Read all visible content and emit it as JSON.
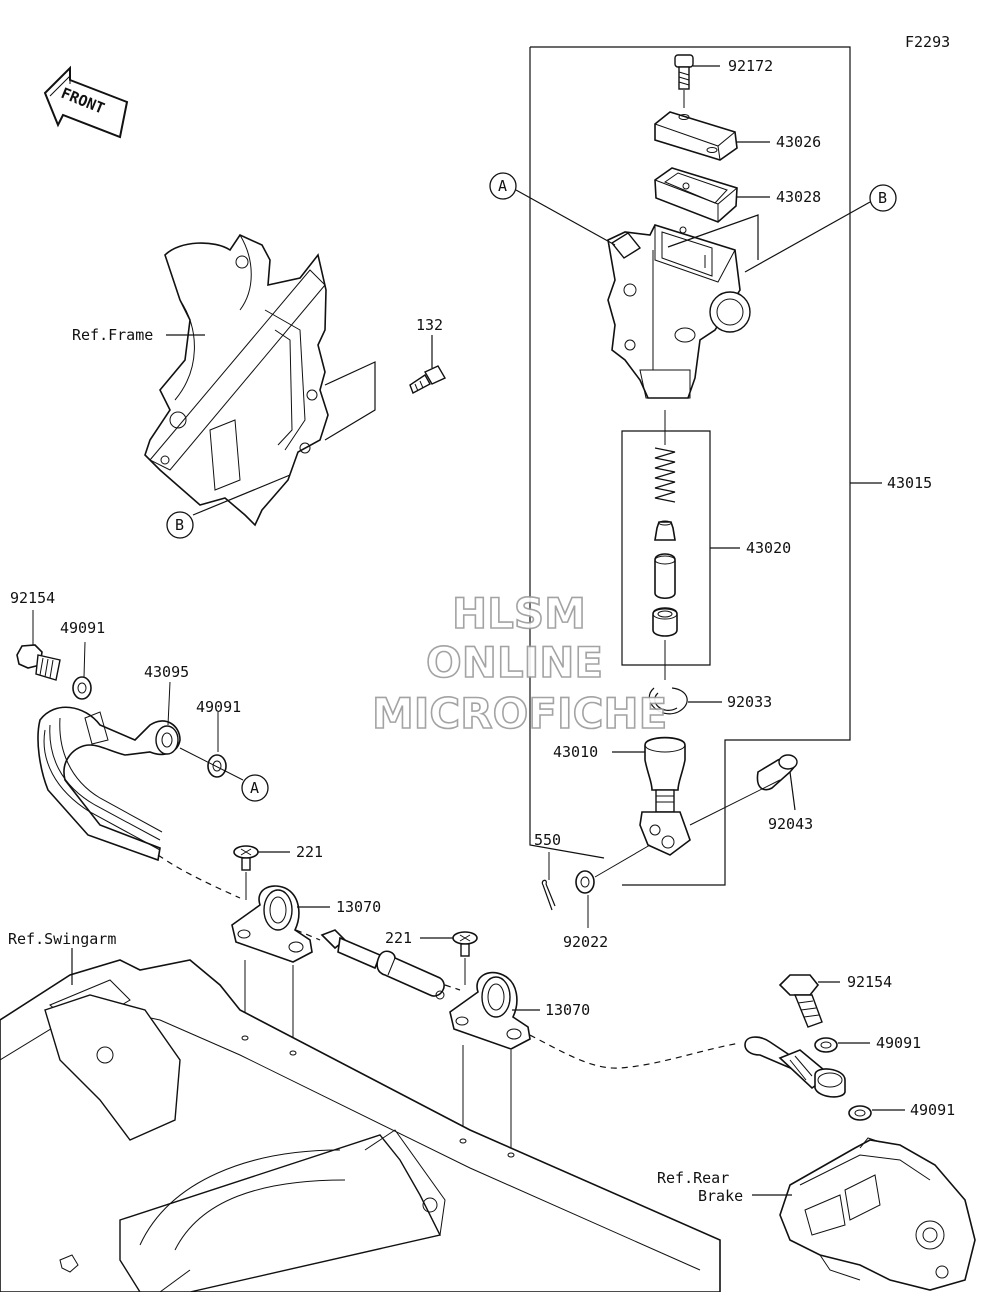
{
  "diagram_code": "F2293",
  "front_label": "FRONT",
  "watermark": [
    "HLSM",
    "ONLINE",
    "MICROFICHE"
  ],
  "references": {
    "frame": "Ref.Frame",
    "swingarm": "Ref.Swingarm",
    "rear_brake_line1": "Ref.Rear",
    "rear_brake_line2": "Brake"
  },
  "callouts": {
    "a": "A",
    "b": "B"
  },
  "parts": {
    "p92172": "92172",
    "p43026": "43026",
    "p43028": "43028",
    "p43015": "43015",
    "p43020": "43020",
    "p92033": "92033",
    "p43010": "43010",
    "p92043": "92043",
    "p550": "550",
    "p92022": "92022",
    "p132": "132",
    "p92154_left": "92154",
    "p49091_left1": "49091",
    "p43095": "43095",
    "p49091_left2": "49091",
    "p221_left": "221",
    "p13070_left": "13070",
    "p221_right": "221",
    "p13070_right": "13070",
    "p92154_right": "92154",
    "p49091_right1": "49091",
    "p49091_right2": "49091"
  }
}
